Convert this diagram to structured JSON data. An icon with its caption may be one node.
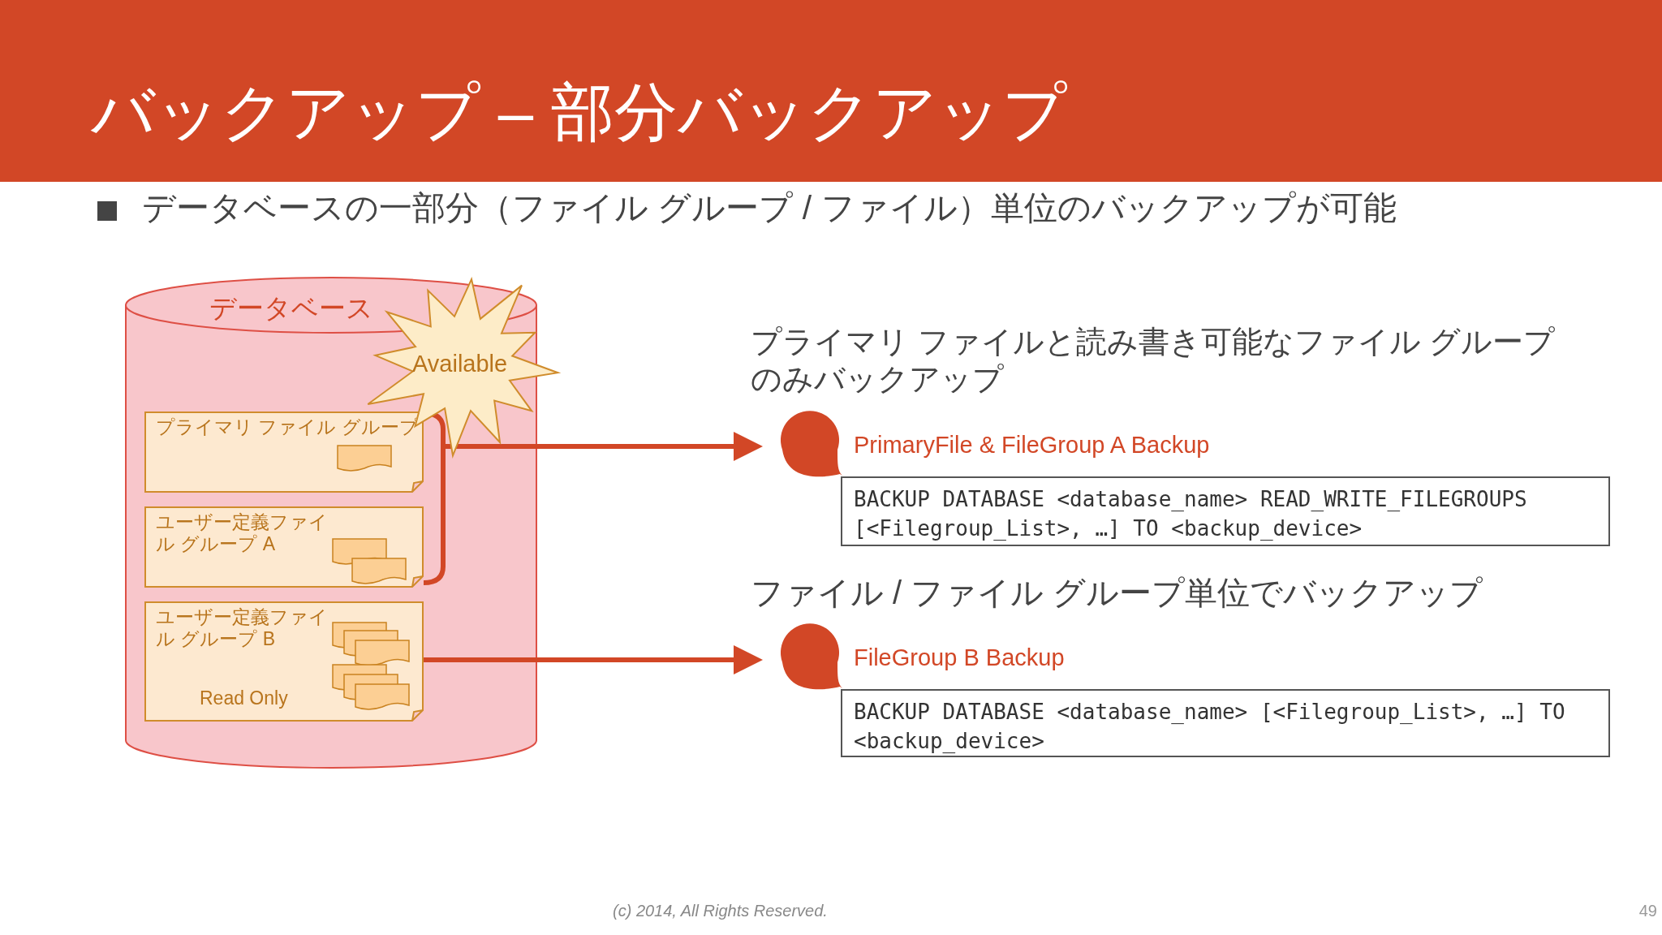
{
  "diagram": {
    "title": "バックアップ – 部分バックアップ",
    "nodes": [
      {
        "text": [
          "データベース"
        ]
      },
      {
        "text": [
          "プライマリ ファイル グループ"
        ],
        "in": 0
      },
      {
        "text": [
          "ユーザー定義ファイル グループ A"
        ],
        "in": 0
      },
      {
        "text": [
          "ユーザー定義ファイル グループ B",
          "Read Only"
        ],
        "in": 0
      },
      {
        "text": [
          "Available"
        ]
      },
      {
        "text": [
          "PrimaryFile & FileGroup A Backup",
          "BACKUP DATABASE <database_name> READ_WRITE_FILEGROUPS [<Filegroup_List>, …] TO <backup_device>"
        ]
      },
      {
        "text": [
          "FileGroup B Backup",
          "BACKUP DATABASE <database_name> [<Filegroup_List>, …] TO <backup_device>"
        ]
      }
    ],
    "edges": [
      {
        "from": 1,
        "to": 5,
        "arrow": "to"
      },
      {
        "from": 2,
        "to": 5,
        "arrow": "to"
      },
      {
        "from": 3,
        "to": 6,
        "arrow": "to"
      }
    ],
    "labels": [
      "データベースの一部分（ファイル グループ / ファイル）単位のバックアップが可能",
      "プライマリ ファイルと読み書き可能なファイル グループのみバックアップ",
      "ファイル / ファイル グループ単位でバックアップ",
      "(c) 2014, All Rights Reserved.",
      "49"
    ]
  }
}
